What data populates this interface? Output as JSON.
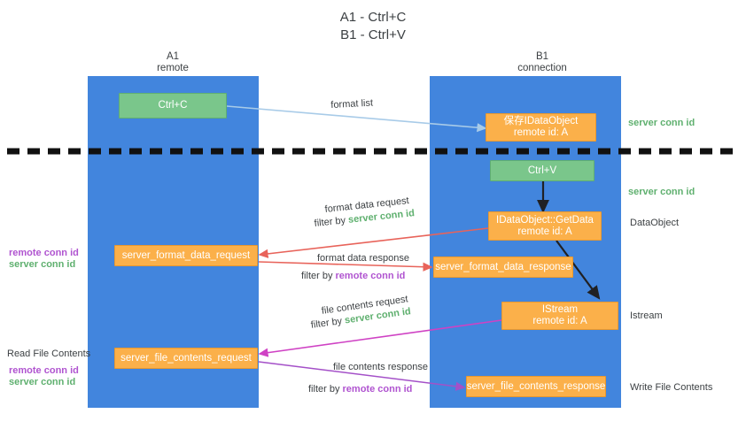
{
  "title": {
    "line1": "A1 - Ctrl+C",
    "line2": "B1 - Ctrl+V"
  },
  "lanes": [
    {
      "name": "A1",
      "subtitle": "remote"
    },
    {
      "name": "B1",
      "subtitle": "connection"
    }
  ],
  "colors": {
    "lane": "#4285dd",
    "green_box": "#7ac68b",
    "orange_box": "#fbb04a",
    "green_text": "#5fb06f",
    "purple_text": "#b054d0",
    "arrow_blue": "#a8cbe8",
    "arrow_red": "#e8635a",
    "arrow_black": "#202124",
    "arrow_magenta": "#cf42c4",
    "arrow_purple": "#a450c8"
  },
  "nodes": {
    "ctrl_c": {
      "label": "Ctrl+C"
    },
    "ctrl_v": {
      "label": "Ctrl+V"
    },
    "idataobject": {
      "line1": "保存IDataObject",
      "line2": "remote id: A"
    },
    "getdata": {
      "line1": "IDataObject::GetData",
      "line2": "remote id: A"
    },
    "istream": {
      "line1": "IStream",
      "line2": "remote id: A"
    },
    "server_format_data_request": {
      "label": "server_format_data_request"
    },
    "server_format_data_response": {
      "label": "server_format_data_response"
    },
    "server_file_contents_request": {
      "label": "server_file_contents_request"
    },
    "server_file_contents_response": {
      "label": "server_file_contents_response"
    }
  },
  "edge_labels": {
    "format_list": "format list",
    "format_data_request": "format data request",
    "format_data_request_filter_prefix": "filter by",
    "format_data_request_filter_value": "server conn id",
    "format_data_response": "format data response",
    "format_data_response_filter_prefix": "filter by",
    "format_data_response_filter_value": "remote conn id",
    "file_contents_request": "file contents request",
    "file_contents_request_filter_prefix": "filter by",
    "file_contents_request_filter_value": "server conn id",
    "file_contents_response": "file contents response",
    "file_contents_response_filter_prefix": "filter by",
    "file_contents_response_filter_value": "remote conn id"
  },
  "right_labels": {
    "server_conn_id_top": "server conn id",
    "server_conn_id_mid": "server conn id",
    "dataobject": "DataObject",
    "istream": "Istream",
    "write_file_contents": "Write File Contents"
  },
  "left_labels": {
    "remote_conn_id_1": "remote conn id",
    "server_conn_id_1": "server conn id",
    "read_file_contents": "Read File Contents",
    "remote_conn_id_2": "remote conn id",
    "server_conn_id_2": "server conn id"
  }
}
